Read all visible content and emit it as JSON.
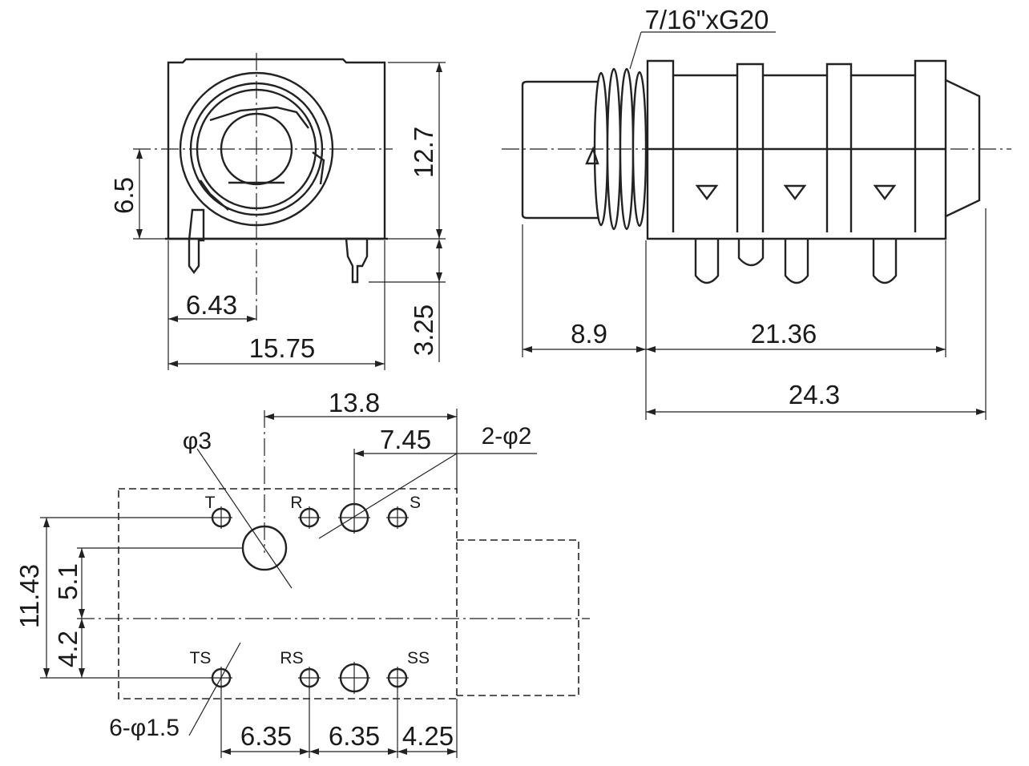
{
  "front_view": {
    "dim_height_axis": "6.5",
    "dim_height_total": "12.7",
    "dim_pin_offset": "6.43",
    "dim_width": "15.75",
    "dim_pin_length": "3.25"
  },
  "side_view": {
    "thread_label": "7/16\"xG20",
    "dim_nose": "8.9",
    "dim_body": "21.36",
    "dim_total": "24.3"
  },
  "pcb_layout": {
    "dim_13_8": "13.8",
    "dim_7_45": "7.45",
    "hole_phi3": "φ3",
    "hole_2phi2": "2-φ2",
    "hole_6phi1_5": "6-φ1.5",
    "dim_11_43": "11.43",
    "dim_5_1": "5.1",
    "dim_4_2": "4.2",
    "dim_6_35_a": "6.35",
    "dim_6_35_b": "6.35",
    "dim_4_25": "4.25",
    "pins_top": [
      "T",
      "R",
      "S"
    ],
    "pins_bottom": [
      "TS",
      "RS",
      "SS"
    ]
  }
}
